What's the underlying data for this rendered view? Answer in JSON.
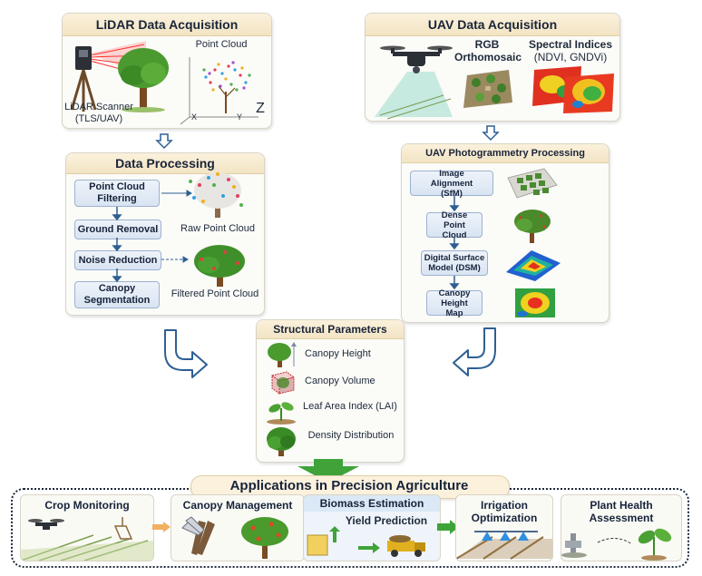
{
  "lidar": {
    "title": "LiDAR Data Acquisition",
    "scanner_label": "LiDAR Scanner",
    "scanner_sub": "(TLS/UAV)",
    "point_cloud_label": "Point Cloud",
    "axis_x": "X",
    "axis_y": "Y",
    "axis_z": "Z"
  },
  "uav": {
    "title": "UAV Data Acquisition",
    "rgb_label_1": "RGB",
    "rgb_label_2": "Orthomosaic",
    "spectral_label_1": "Spectral Indices",
    "spectral_label_2": "(NDVI, GNDVi)"
  },
  "processing": {
    "title": "Data Processing",
    "steps": [
      "Point Cloud Filtering",
      "Ground Removal",
      "Noise Reduction",
      "Canopy Segmentation"
    ],
    "raw_label": "Raw Point Cloud",
    "filtered_label": "Filtered Point Cloud"
  },
  "photogrammetry": {
    "title": "UAV Photogrammetry Processing",
    "steps": [
      "Image Alignment (SfM)",
      "Dense Point Cloud",
      "Digital Surface Model (DSM)",
      "Canopy Height Map"
    ]
  },
  "structural": {
    "title": "Structural Parameters",
    "items": [
      "Canopy Height",
      "Canopy Volume",
      "Leaf Area Index (LAI)",
      "Density Distribution"
    ]
  },
  "applications": {
    "title": "Applications in Precision Agriculture",
    "cards": [
      "Crop Monitoring",
      "Canopy Management",
      "Biomass Estimation",
      "Irrigation Optimization",
      "Plant Health Assessment"
    ],
    "yield_label": "Yield Prediction"
  },
  "colors": {
    "accent_blue": "#2d5f93",
    "header_gold": "#f2e4c4",
    "arrow_green": "#3fa33a",
    "arrow_orange": "#f0b060"
  }
}
